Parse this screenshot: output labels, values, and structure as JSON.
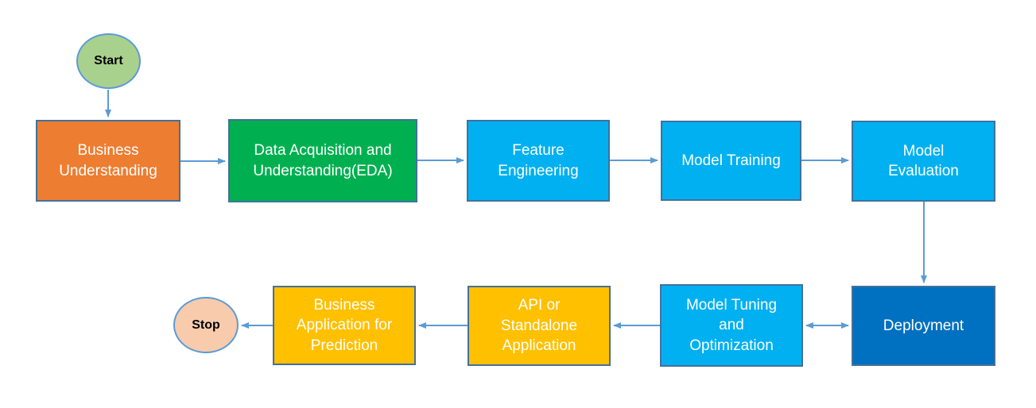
{
  "diagram": {
    "background_color": "#FFFFFF",
    "arrow_color": "#5B9BD5",
    "rect_border_color": "#41719C",
    "circle_border_color": "#5B9BD5",
    "nodes": {
      "start": {
        "label": "Start",
        "shape": "circle",
        "fill": "#A9D18E",
        "text_color": "#000000"
      },
      "business_understanding": {
        "label": "Business\nUnderstanding",
        "shape": "rect",
        "fill": "#ED7D31",
        "text_color": "#FFFFFF"
      },
      "data_acquisition": {
        "label": "Data Acquisition and\nUnderstanding(EDA)",
        "shape": "rect",
        "fill": "#00B050",
        "text_color": "#FFFFFF"
      },
      "feature_engineering": {
        "label": "Feature\nEngineering",
        "shape": "rect",
        "fill": "#00B0F0",
        "text_color": "#FFFFFF"
      },
      "model_training": {
        "label": "Model Training",
        "shape": "rect",
        "fill": "#00B0F0",
        "text_color": "#FFFFFF"
      },
      "model_evaluation": {
        "label": "Model\nEvaluation",
        "shape": "rect",
        "fill": "#00B0F0",
        "text_color": "#FFFFFF"
      },
      "deployment": {
        "label": "Deployment",
        "shape": "rect",
        "fill": "#0070C0",
        "text_color": "#FFFFFF"
      },
      "model_tuning": {
        "label": "Model Tuning\nand\nOptimization",
        "shape": "rect",
        "fill": "#00B0F0",
        "text_color": "#FFFFFF"
      },
      "api_standalone": {
        "label": "API or\nStandalone\nApplication",
        "shape": "rect",
        "fill": "#FFC000",
        "text_color": "#FFFFFF"
      },
      "business_application": {
        "label": "Business\nApplication for\nPrediction",
        "shape": "rect",
        "fill": "#FFC000",
        "text_color": "#FFFFFF"
      },
      "stop": {
        "label": "Stop",
        "shape": "circle",
        "fill": "#F8CBAD",
        "text_color": "#000000"
      }
    },
    "edges": [
      {
        "from": "start",
        "to": "business_understanding",
        "direction": "down"
      },
      {
        "from": "business_understanding",
        "to": "data_acquisition",
        "direction": "right"
      },
      {
        "from": "data_acquisition",
        "to": "feature_engineering",
        "direction": "right"
      },
      {
        "from": "feature_engineering",
        "to": "model_training",
        "direction": "right"
      },
      {
        "from": "model_training",
        "to": "model_evaluation",
        "direction": "right"
      },
      {
        "from": "model_evaluation",
        "to": "deployment",
        "direction": "down"
      },
      {
        "from": "deployment",
        "to": "model_tuning",
        "direction": "both"
      },
      {
        "from": "model_tuning",
        "to": "api_standalone",
        "direction": "left"
      },
      {
        "from": "api_standalone",
        "to": "business_application",
        "direction": "left"
      },
      {
        "from": "business_application",
        "to": "stop",
        "direction": "left"
      }
    ]
  }
}
